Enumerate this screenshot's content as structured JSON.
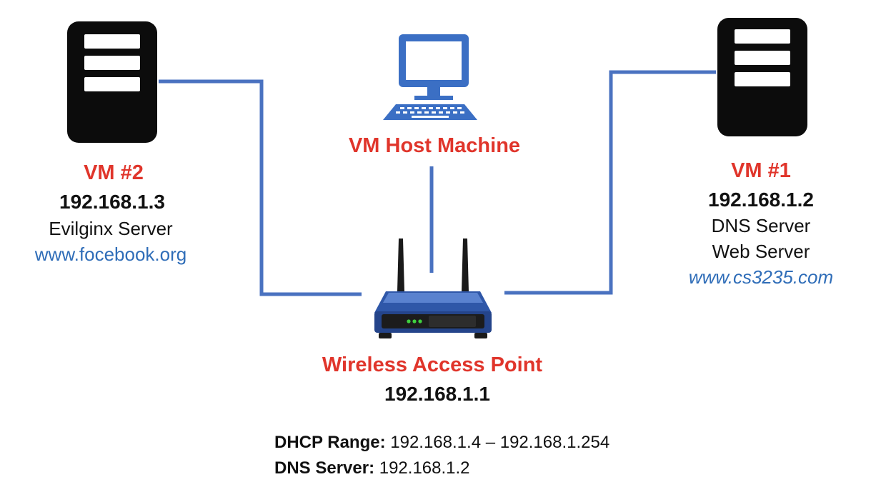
{
  "vm2": {
    "name": "VM #2",
    "ip": "192.168.1.3",
    "role": "Evilginx Server",
    "domain": "www.focebook.org",
    "icon": "server-icon"
  },
  "host": {
    "name": "VM Host Machine",
    "icon": "computer-icon"
  },
  "vm1": {
    "name": "VM #1",
    "ip": "192.168.1.2",
    "roles": [
      "DNS Server",
      "Web Server"
    ],
    "domain": "www.cs3235.com",
    "icon": "server-icon"
  },
  "ap": {
    "name": "Wireless Access Point",
    "ip": "192.168.1.1",
    "icon": "wireless-router-icon"
  },
  "config": {
    "dhcp_label": "DHCP Range:",
    "dhcp_value": "192.168.1.4 – 192.168.1.254",
    "dns_label": "DNS Server:",
    "dns_value": "192.168.1.2"
  },
  "colors": {
    "link": "#4a72c0",
    "label_red": "#e0352b",
    "domain_blue": "#2f6db8",
    "server_black": "#0c0c0c",
    "computer_blue": "#3b6fc4",
    "router_blue": "#2f57a8"
  }
}
